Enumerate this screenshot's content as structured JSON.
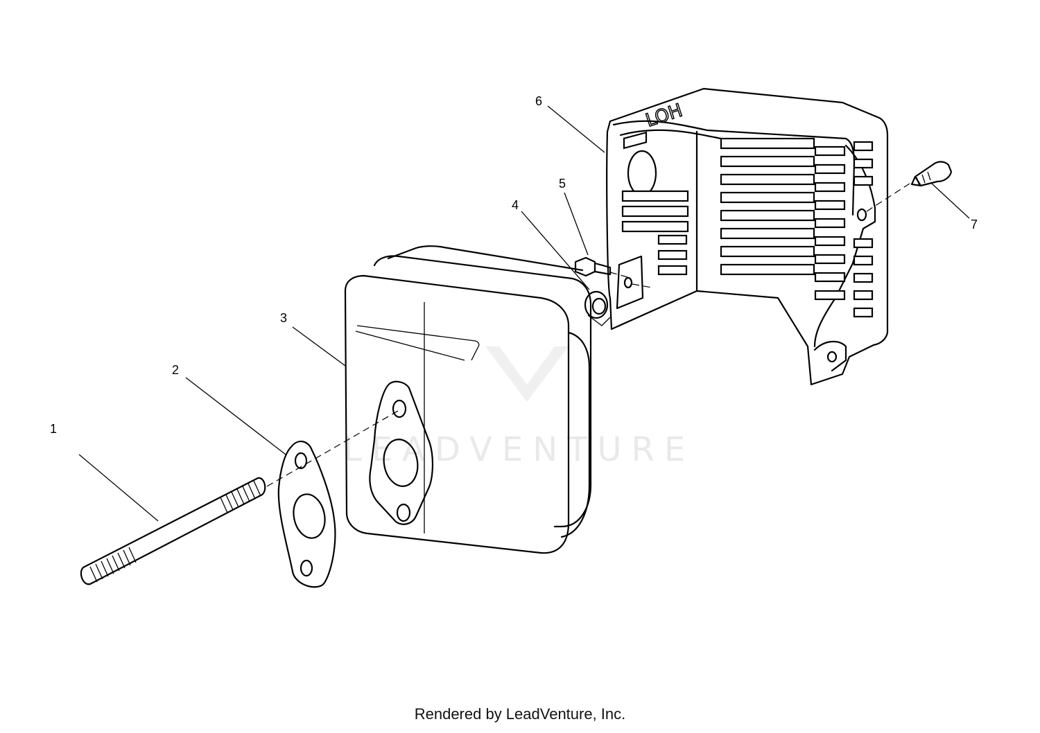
{
  "watermark": {
    "text": "LEADVENTURE"
  },
  "footer": {
    "text": "Rendered by LeadVenture, Inc."
  },
  "shield_marking": "LOH",
  "callouts": [
    {
      "id": "1",
      "label": "1"
    },
    {
      "id": "2",
      "label": "2"
    },
    {
      "id": "3",
      "label": "3"
    },
    {
      "id": "4",
      "label": "4"
    },
    {
      "id": "5",
      "label": "5"
    },
    {
      "id": "6",
      "label": "6"
    },
    {
      "id": "7",
      "label": "7"
    }
  ]
}
